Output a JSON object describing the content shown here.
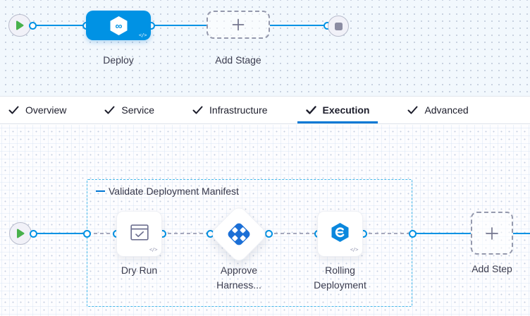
{
  "colors": {
    "accent_blue": "#0092e4",
    "brand_blue": "#0278d5",
    "approve_icon_blue": "#1b6fd6",
    "rolling_icon_blue": "#0a87dd",
    "group_border_cyan": "#47b8ea",
    "play_green": "#48b14c"
  },
  "stage_graph": {
    "deploy_label": "Deploy",
    "add_stage_label": "Add Stage",
    "code_glyph": "</>"
  },
  "tabs": [
    {
      "label": "Overview",
      "checked": true
    },
    {
      "label": "Service",
      "checked": true
    },
    {
      "label": "Infrastructure",
      "checked": true
    },
    {
      "label": "Execution",
      "checked": true,
      "active": true
    },
    {
      "label": "Advanced",
      "checked": true
    }
  ],
  "execution_graph": {
    "group_title": "Validate Deployment Manifest",
    "steps": [
      {
        "label": "Dry Run",
        "icon": "dry-run-checklist-icon"
      },
      {
        "label": "Approve Harness...",
        "icon": "harness-approval-icon"
      },
      {
        "label": "Rolling Deployment",
        "icon": "rolling-deployment-icon"
      }
    ],
    "add_step_label": "Add Step",
    "code_glyph": "</>"
  }
}
